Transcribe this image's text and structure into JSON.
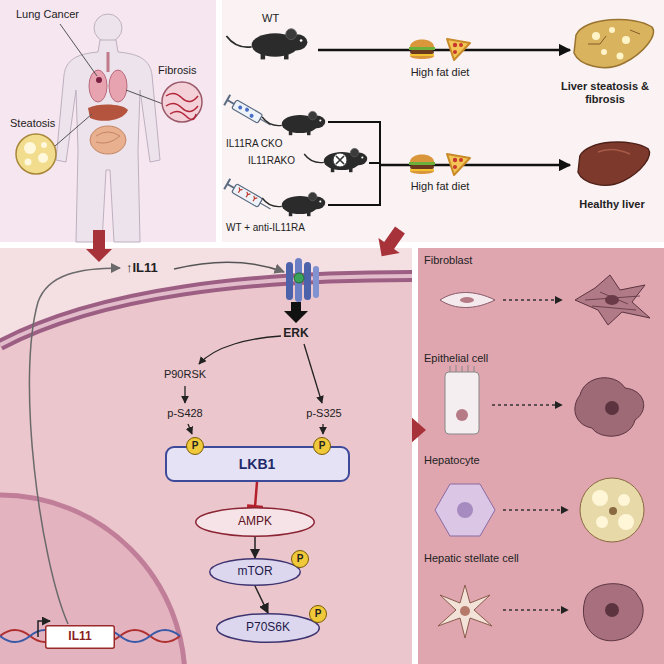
{
  "diagram": {
    "nodes": [
      {
        "text": [
          "LKB1"
        ]
      },
      {
        "text": [
          "P"
        ]
      },
      {
        "text": [
          "P"
        ]
      },
      {
        "text": [
          "AMPK"
        ]
      },
      {
        "text": [
          "mTOR"
        ]
      },
      {
        "text": [
          "P"
        ]
      },
      {
        "text": [
          "P70S6K"
        ]
      },
      {
        "text": [
          "P"
        ]
      },
      {
        "text": [
          "IL11"
        ]
      }
    ],
    "edges": [
      {
        "from": 0,
        "to": 3,
        "arrow": "to"
      },
      {
        "from": 3,
        "to": 4,
        "arrow": "to"
      },
      {
        "from": 4,
        "to": 6,
        "arrow": "to"
      }
    ],
    "labels": [
      "Lung Cancer",
      "Fibrosis",
      "Steatosis",
      "WT",
      "High fat diet",
      "Liver steatosis & fibrosis",
      "IL11RA CKO",
      "IL11RAKO",
      "WT + anti-IL11RA",
      "High fat diet",
      "Healthy liver",
      "↑IL11",
      "ERK",
      "P90RSK",
      "p-S428",
      "p-S325",
      "Fibroblast",
      "Epithelial cell",
      "Hepatocyte",
      "Hepatic stellate cell"
    ]
  }
}
